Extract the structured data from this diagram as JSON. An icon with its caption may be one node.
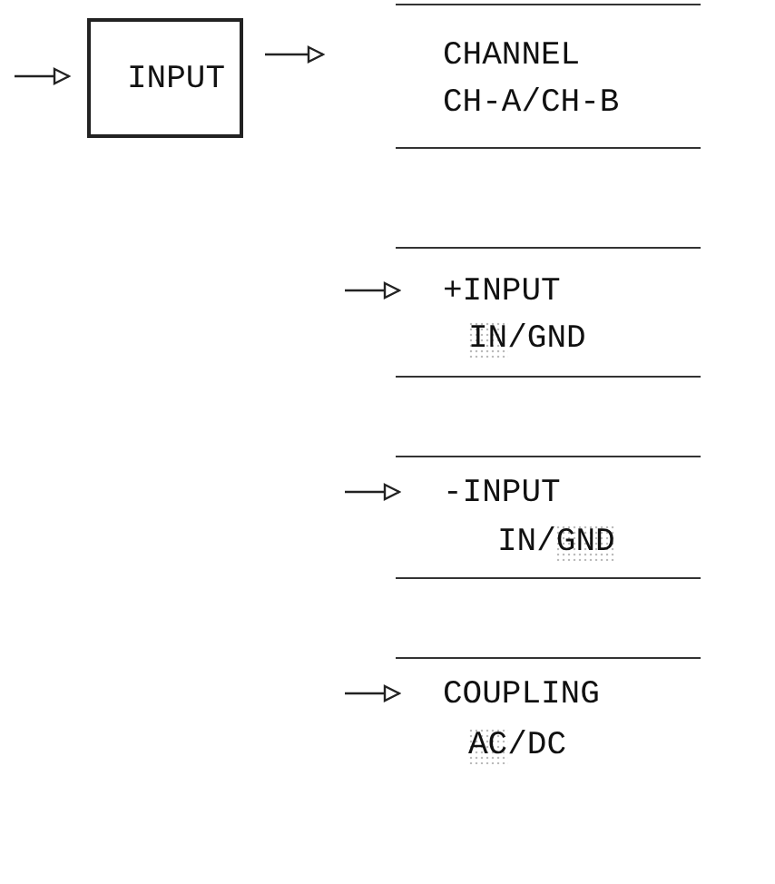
{
  "diagram": {
    "nodes": [
      {
        "text": [
          "INPUT"
        ]
      },
      {
        "text": [
          "CHANNEL",
          "CH-A/CH-B"
        ]
      },
      {
        "text": [
          "+INPUT",
          "**IN**/GND"
        ]
      },
      {
        "text": [
          "-INPUT",
          "IN/**GND**"
        ]
      },
      {
        "text": [
          "COUPLING",
          "**AC**/DC"
        ]
      }
    ],
    "edges": [
      {
        "from": null,
        "to": 0,
        "arrow": "to"
      },
      {
        "from": 0,
        "to": 1,
        "arrow": "to"
      },
      {
        "from": null,
        "to": 2,
        "arrow": "to"
      },
      {
        "from": null,
        "to": 3,
        "arrow": "to"
      },
      {
        "from": null,
        "to": 4,
        "arrow": "to"
      }
    ]
  }
}
